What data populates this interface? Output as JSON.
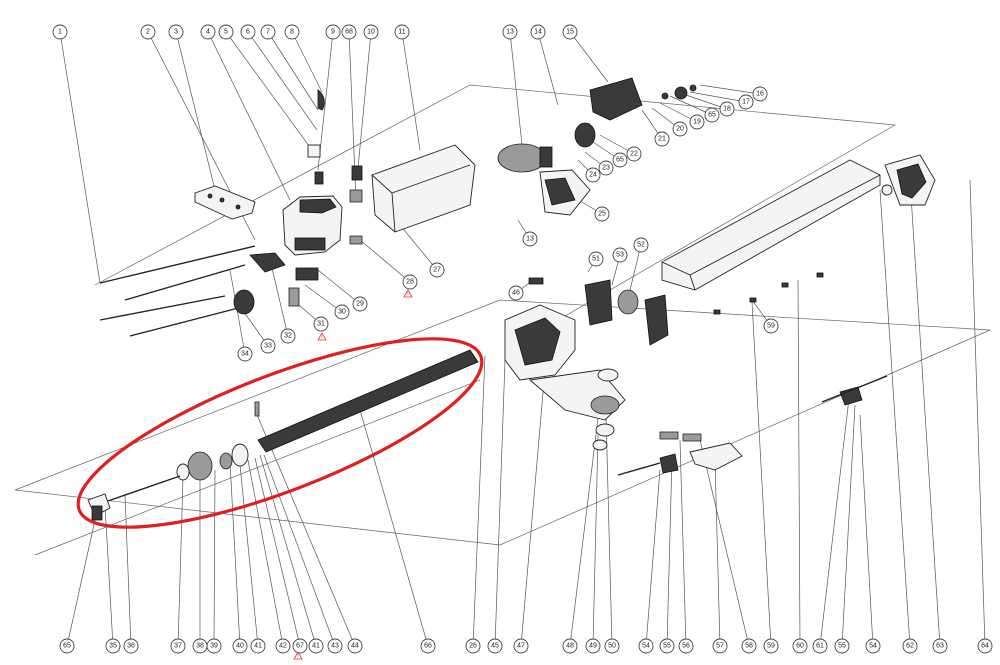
{
  "top_labels": [
    "1",
    "2",
    "3",
    "4",
    "5",
    "6",
    "7",
    "8",
    "9",
    "68",
    "10",
    "11",
    "13",
    "14",
    "15"
  ],
  "right_labels": [
    "16",
    "17",
    "18",
    "65",
    "19",
    "20",
    "21",
    "22",
    "65",
    "23",
    "24",
    "25",
    "13",
    "27",
    "28",
    "29",
    "30",
    "31",
    "32",
    "33",
    "34",
    "51",
    "53",
    "52",
    "46",
    "59"
  ],
  "bottom_labels": [
    "65",
    "35",
    "36",
    "37",
    "38",
    "39",
    "40",
    "41",
    "42",
    "67",
    "41",
    "43",
    "44",
    "66",
    "26",
    "45",
    "47",
    "48",
    "49",
    "50",
    "54",
    "55",
    "56",
    "57",
    "58",
    "59",
    "60",
    "61",
    "55",
    "54",
    "62",
    "63",
    "64"
  ],
  "warning_symbol": "!",
  "highlight_color": "#e01f1f"
}
